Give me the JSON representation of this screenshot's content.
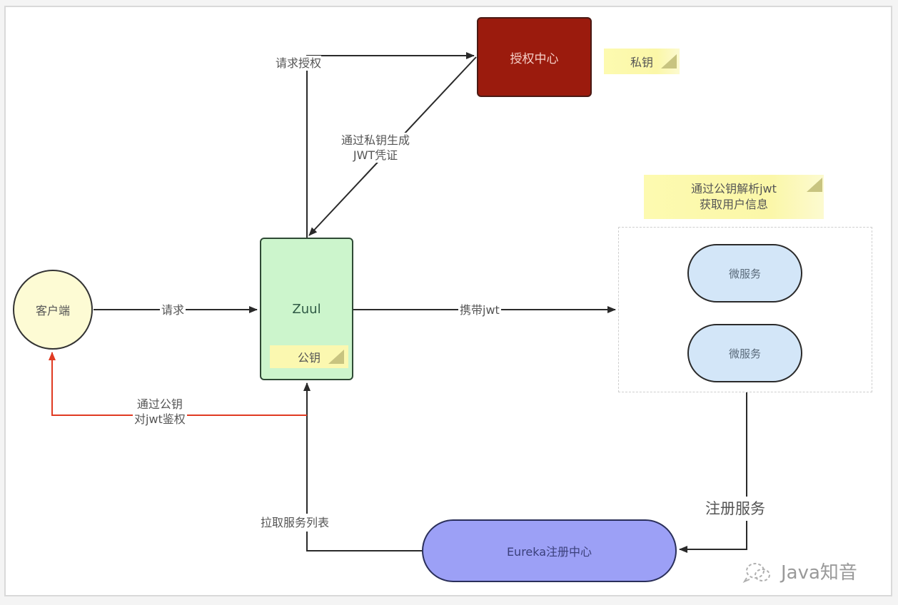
{
  "nodes": {
    "auth_center": "授权中心",
    "zuul": "Zuul",
    "client": "客户端",
    "microservice_1": "微服务",
    "microservice_2": "微服务",
    "eureka": "Eureka注册中心"
  },
  "notes": {
    "private_key": "私钥",
    "public_key": "公钥",
    "parse_line1": "通过公钥解析jwt",
    "parse_line2": "获取用户信息"
  },
  "edge_labels": {
    "request": "请求",
    "request_auth": "请求授权",
    "generate_line1": "通过私钥生成",
    "generate_line2": "JWT凭证",
    "carry_jwt": "携带jwt",
    "verify_line1": "通过公钥",
    "verify_line2": "对jwt鉴权",
    "pull_services": "拉取服务列表",
    "register_service": "注册服务"
  },
  "watermark": {
    "icon": "wechat-icon",
    "text": "Java知音"
  },
  "colors": {
    "auth_center_fill": "#9b1b0d",
    "zuul_fill": "#ccf5cc",
    "client_fill": "#fdfbd4",
    "microservice_fill": "#d3e6f8",
    "eureka_fill": "#9ca0f6",
    "note_fill": "#fbf7a8",
    "verify_arrow": "#d9382a",
    "arrow": "#2a2a2a"
  }
}
